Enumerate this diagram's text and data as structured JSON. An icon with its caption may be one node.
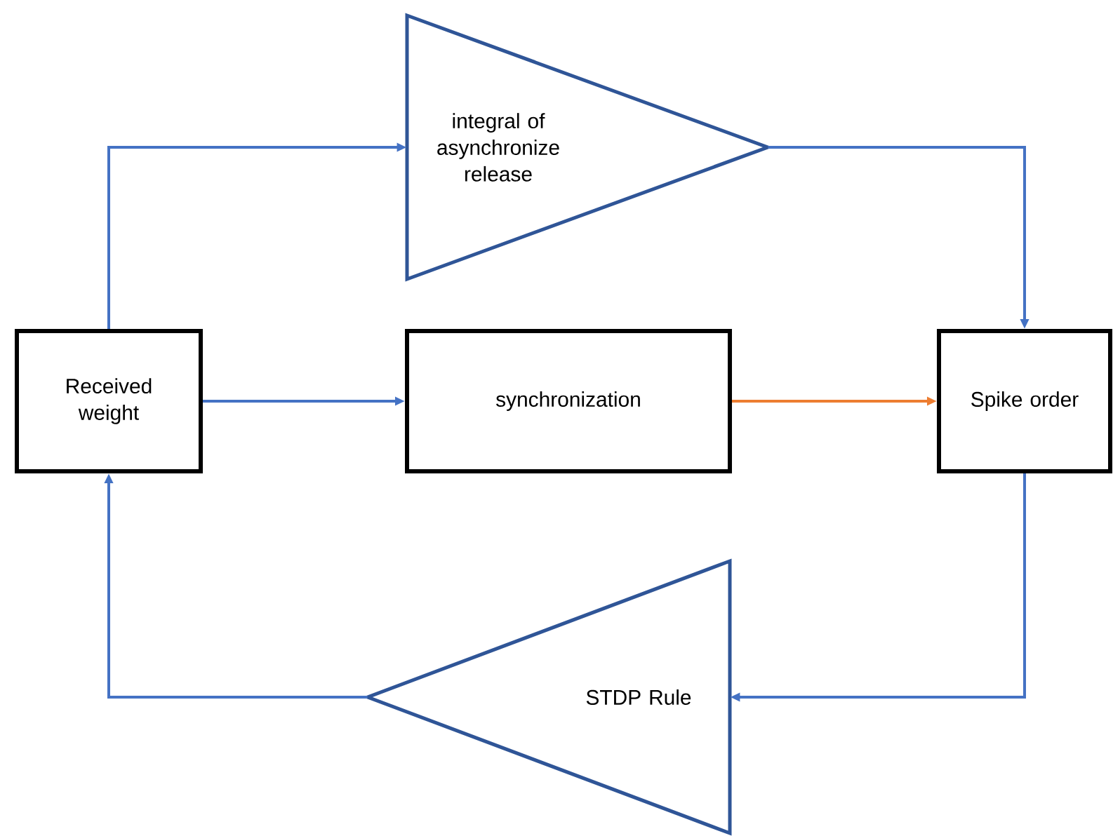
{
  "diagram": {
    "nodes": [
      {
        "text": [
          "Received weight"
        ]
      },
      {
        "text": [
          "integral of asynchronize release"
        ]
      },
      {
        "text": [
          "synchronization"
        ]
      },
      {
        "text": [
          "Spike order"
        ]
      },
      {
        "text": [
          "STDP Rule"
        ]
      }
    ],
    "edges": [
      {
        "from": 0,
        "to": 1,
        "arrow": "to"
      },
      {
        "from": 1,
        "to": 3,
        "arrow": "to"
      },
      {
        "from": 0,
        "to": 2,
        "arrow": "to"
      },
      {
        "from": 2,
        "to": 3,
        "arrow": "to",
        "color": "#ed7d31"
      },
      {
        "from": 3,
        "to": 4,
        "arrow": "to"
      },
      {
        "from": 4,
        "to": 0,
        "arrow": "to"
      }
    ]
  }
}
